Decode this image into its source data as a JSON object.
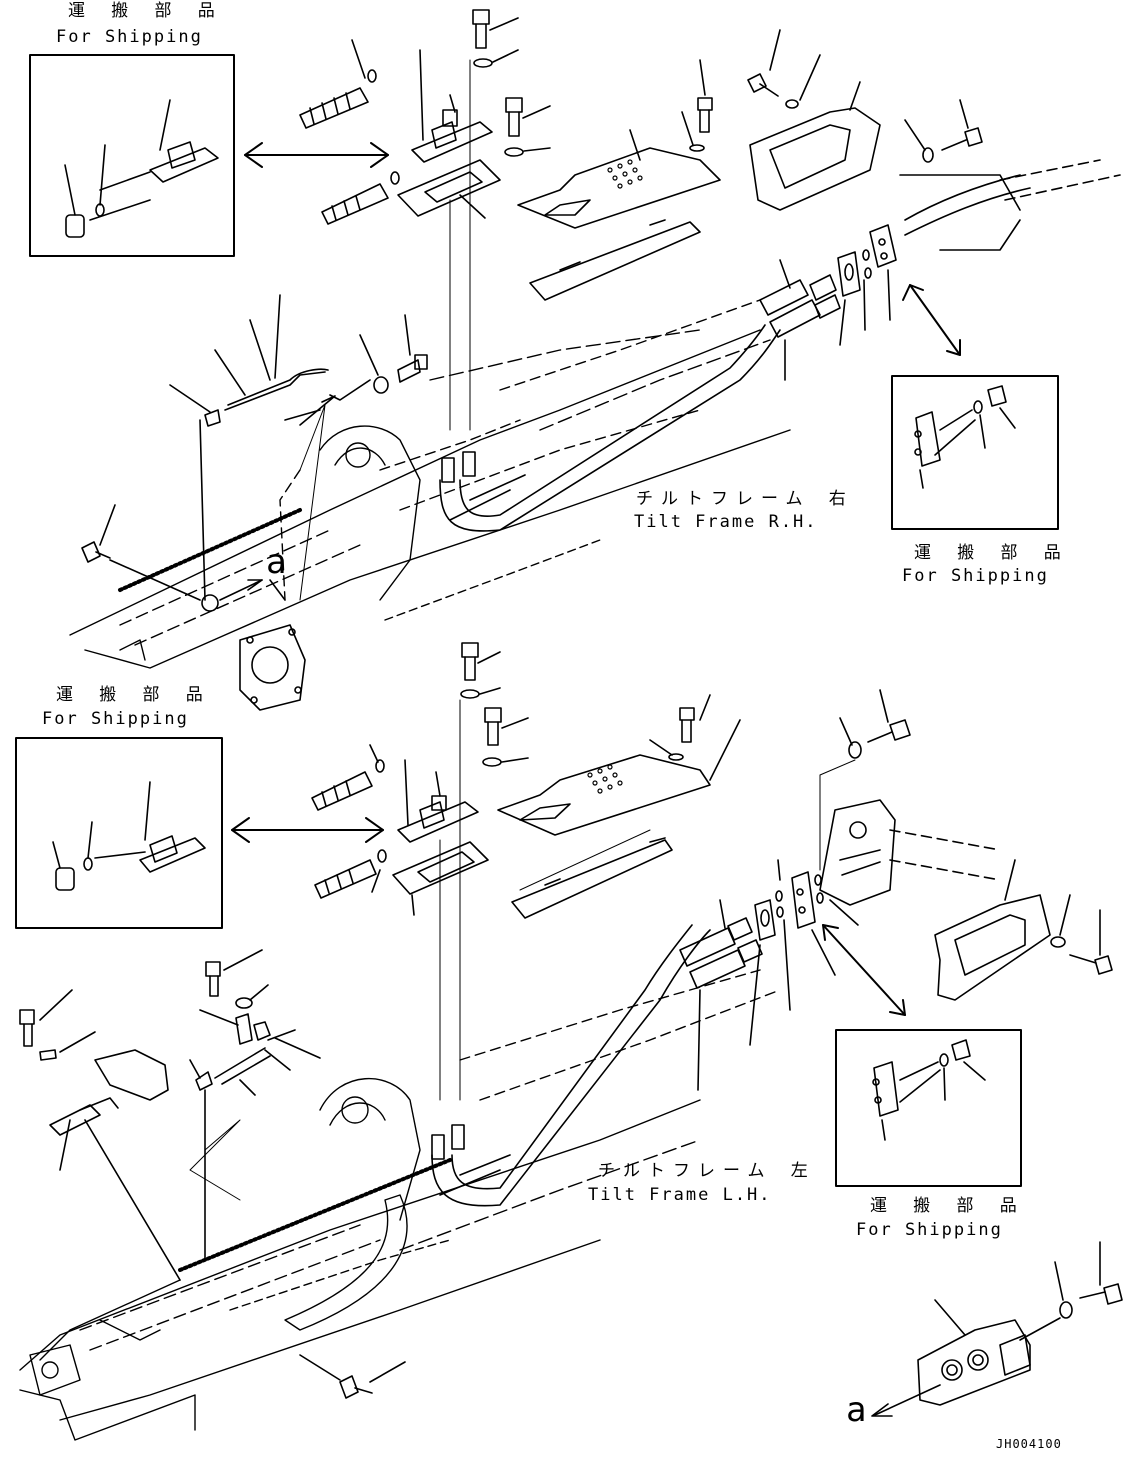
{
  "labels": {
    "shipping_jp": "運 搬 部 品",
    "shipping_en": "For Shipping",
    "tilt_rh_jp": "チルトフレーム 右",
    "tilt_rh_en": "Tilt Frame R.H.",
    "tilt_lh_jp": "チルトフレーム 左",
    "tilt_lh_en": "Tilt Frame L.H.",
    "ref_mark": "a",
    "drawing_id": "JH004100"
  },
  "colors": {
    "line": "#000000",
    "background": "#ffffff"
  }
}
